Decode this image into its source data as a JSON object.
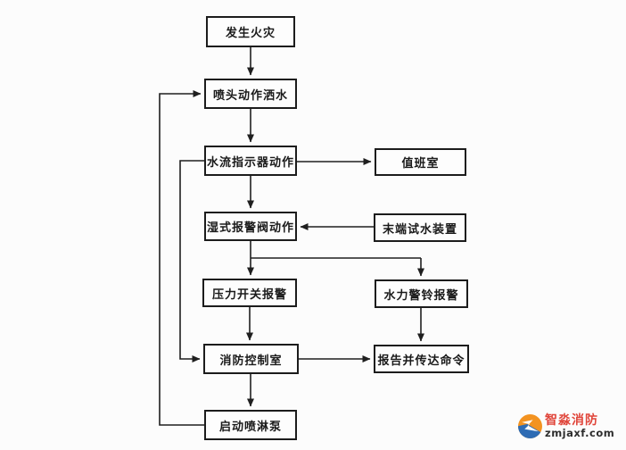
{
  "diagram": {
    "nodes": [
      {
        "id": "fire",
        "label": "发生火灾"
      },
      {
        "id": "sprinkler",
        "label": "喷头动作洒水"
      },
      {
        "id": "flow_indicator",
        "label": "水流指示器动作"
      },
      {
        "id": "wet_valve",
        "label": "湿式报警阀动作"
      },
      {
        "id": "duty_room",
        "label": "值班室"
      },
      {
        "id": "end_test",
        "label": "末端试水装置"
      },
      {
        "id": "pressure_switch",
        "label": "压力开关报警"
      },
      {
        "id": "hydraulic_bell",
        "label": "水力警铃报警"
      },
      {
        "id": "control_room",
        "label": "消防控制室"
      },
      {
        "id": "report",
        "label": "报告并传达命令"
      },
      {
        "id": "start_pump",
        "label": "启动喷淋泵"
      }
    ],
    "edges": [
      {
        "from": "fire",
        "to": "sprinkler"
      },
      {
        "from": "sprinkler",
        "to": "flow_indicator"
      },
      {
        "from": "flow_indicator",
        "to": "duty_room"
      },
      {
        "from": "flow_indicator",
        "to": "wet_valve"
      },
      {
        "from": "end_test",
        "to": "wet_valve"
      },
      {
        "from": "wet_valve",
        "to": "pressure_switch"
      },
      {
        "from": "wet_valve",
        "to": "hydraulic_bell"
      },
      {
        "from": "pressure_switch",
        "to": "control_room"
      },
      {
        "from": "hydraulic_bell",
        "to": "report"
      },
      {
        "from": "control_room",
        "to": "report"
      },
      {
        "from": "control_room",
        "to": "start_pump"
      },
      {
        "from": "start_pump",
        "to": "sprinkler"
      },
      {
        "from": "flow_indicator",
        "to": "control_room"
      }
    ]
  },
  "watermark": {
    "brand": "智淼消防",
    "domain": "zmjaxf.com"
  },
  "colors": {
    "line": "#1f1f1f",
    "box_border": "#1c1c1c",
    "box_bg": "#fdfdfd",
    "background": "#fcfcfc",
    "text": "#1a1a1a",
    "brand_red": "#e0453a",
    "domain_dark": "#2d2d2d",
    "logo_orange": "#f39321",
    "logo_blue": "#2e6cb4"
  }
}
